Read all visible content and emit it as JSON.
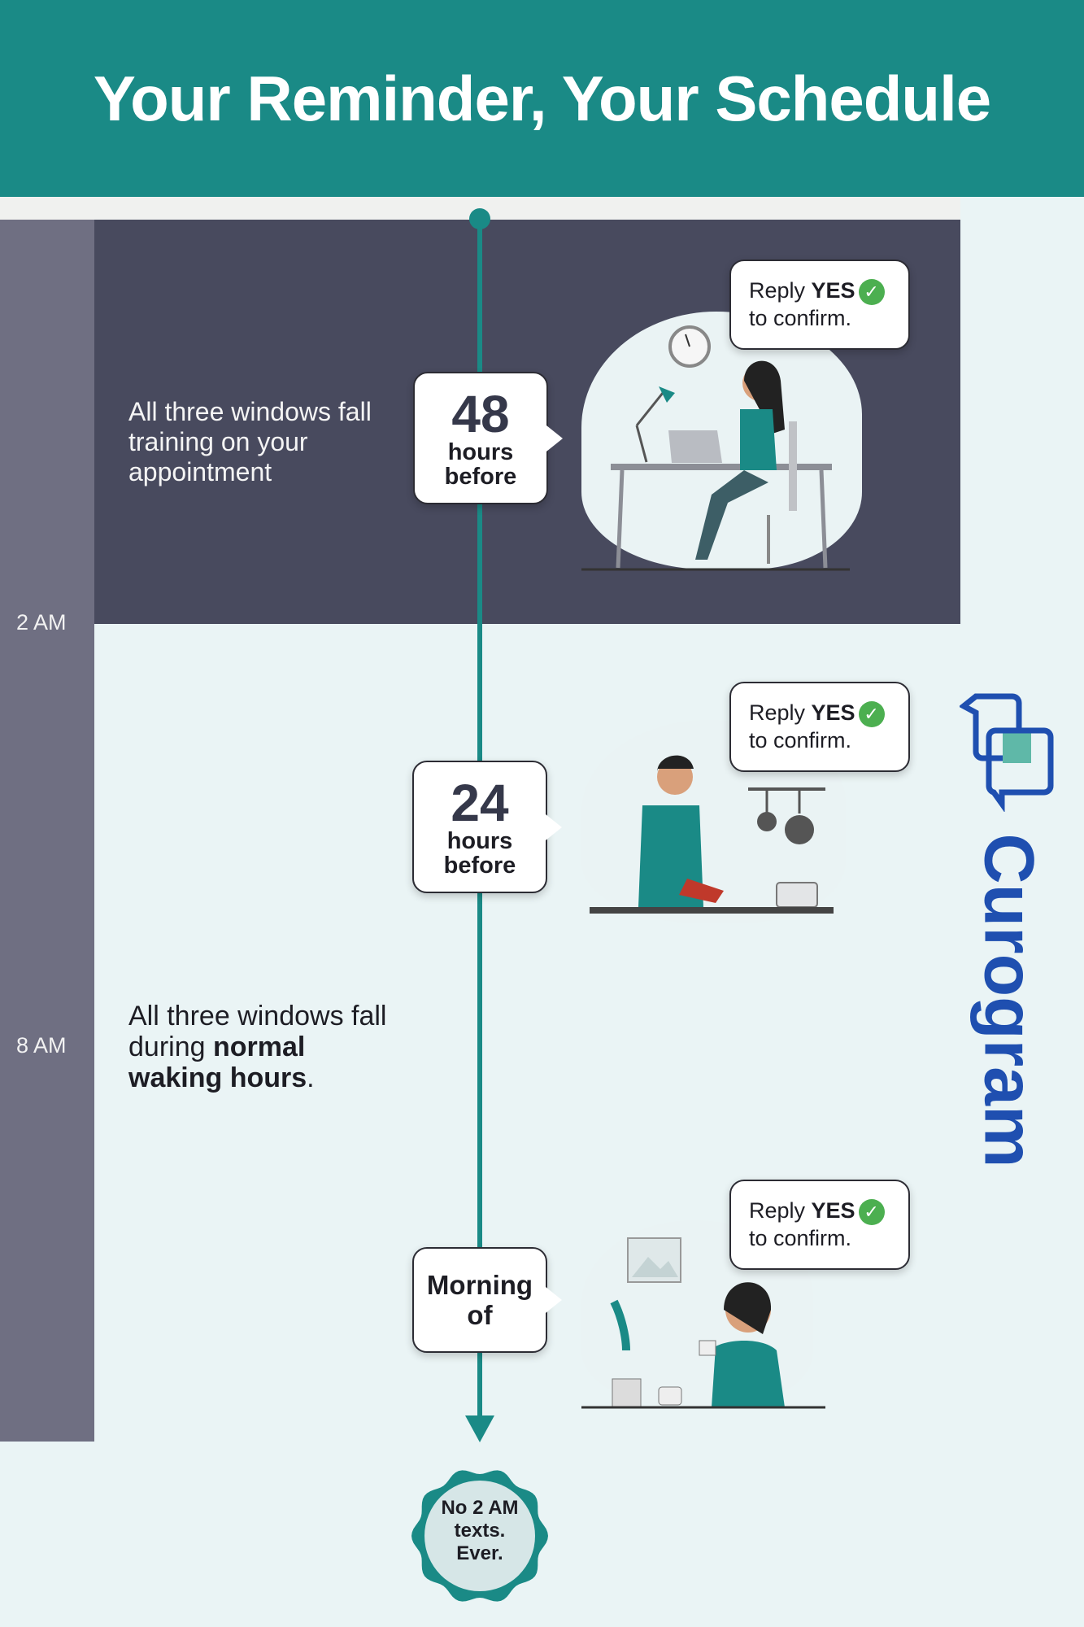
{
  "header": {
    "title": "Your Reminder, Your Schedule"
  },
  "colors": {
    "teal": "#1a8a86",
    "dark_panel": "#484a5e",
    "left_column": "#6f6f82",
    "brand_blue": "#1f4fb0",
    "check_green": "#4caf50"
  },
  "time_ticks": [
    "2 AM",
    "8 AM"
  ],
  "notes": {
    "night": "All three windows fall training on your appointment",
    "day_prefix": "All three windows fall during ",
    "day_bold": "normal waking hours",
    "day_suffix": "."
  },
  "milestones": [
    {
      "number": "48",
      "line1": "hours",
      "line2": "before",
      "scene": "woman-working-at-desk"
    },
    {
      "number": "24",
      "line1": "hours",
      "line2": "before",
      "scene": "man-cooking"
    },
    {
      "number": "",
      "line1": "Morning",
      "line2": "of",
      "scene": "woman-drinking-coffee"
    }
  ],
  "reply": {
    "prefix": "Reply ",
    "bold": "YES",
    "line2": "to confirm.",
    "icon": "check-circle-icon"
  },
  "brand": {
    "name": "Curogram",
    "icon": "chat-bubbles-icon"
  },
  "badge": {
    "line1": "No 2 AM",
    "line2": "texts.",
    "line3": "Ever."
  }
}
